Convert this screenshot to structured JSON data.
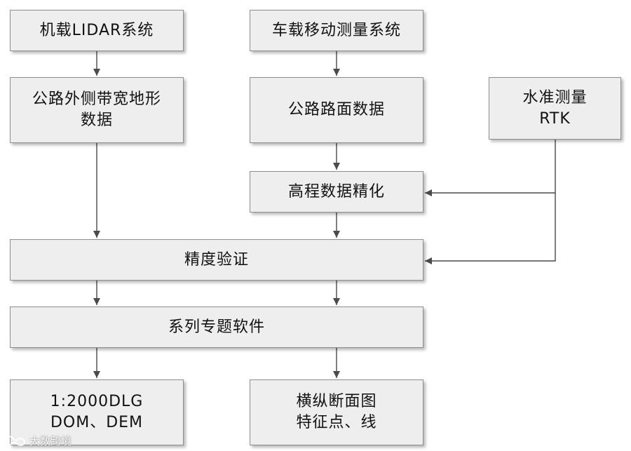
{
  "boxes": {
    "airborne_lidar": [
      "机载LIDAR系统"
    ],
    "vehicle_mms": [
      "车载移动测量系统"
    ],
    "roadside_terrain": [
      "公路外侧带宽地形",
      "数据"
    ],
    "road_surface": [
      "公路路面数据"
    ],
    "leveling_rtk": [
      "水准测量",
      "RTK"
    ],
    "elevation_refine": [
      "高程数据精化"
    ],
    "accuracy_check": [
      "精度验证"
    ],
    "software": [
      "系列专题软件"
    ],
    "products_dlg": [
      "1:2000DLG",
      "DOM、DEM"
    ],
    "products_section": [
      "横纵断面图",
      "特征点、线"
    ]
  },
  "watermark": {
    "text": "大数跨境"
  },
  "colors": {
    "box_fill": "#eeeeee",
    "box_border": "#8e8e8e",
    "line": "#4a4a4a"
  }
}
